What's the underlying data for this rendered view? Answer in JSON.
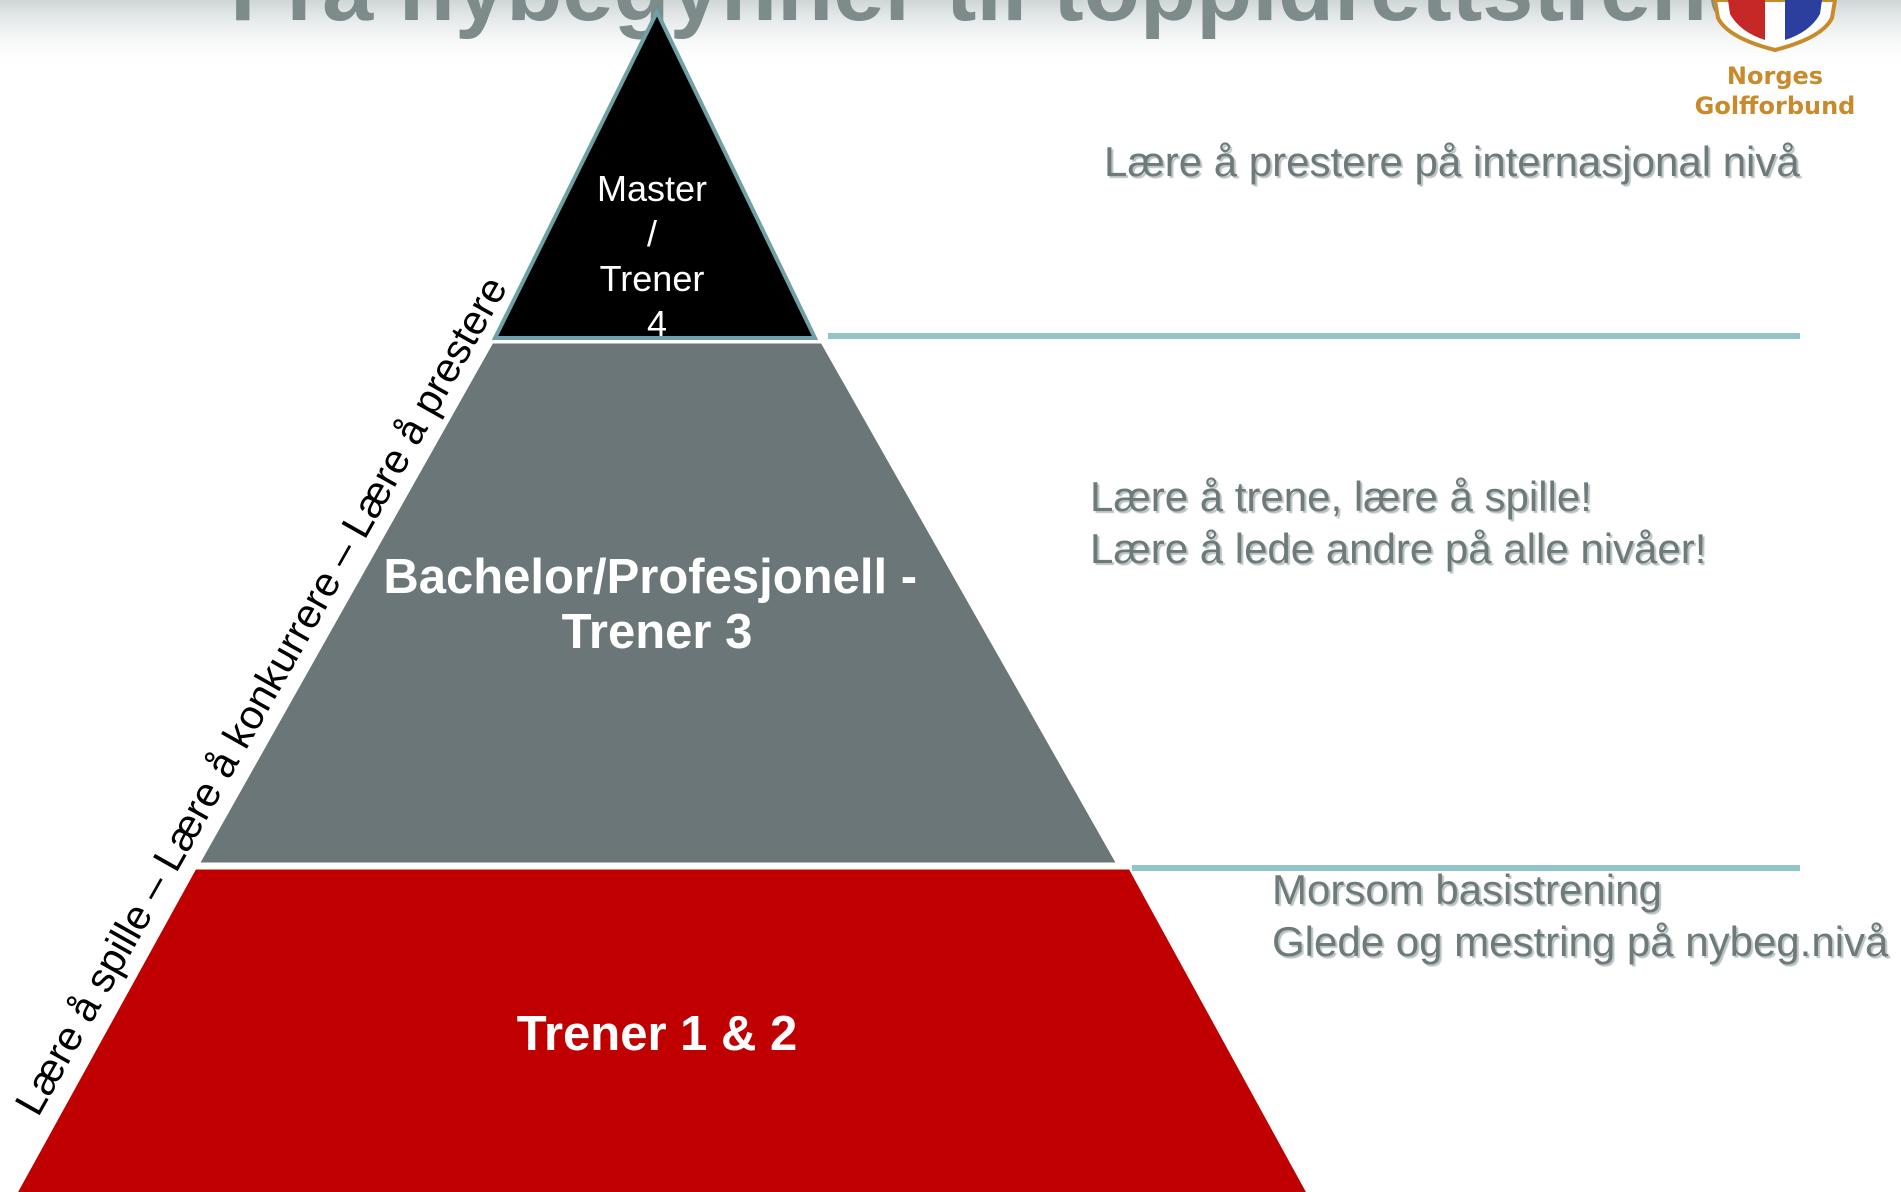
{
  "title": "Fra nybegynner til toppidrettstrener",
  "logo": {
    "line1": "Norges",
    "line2": "Golfforbund"
  },
  "diagonal_label": "Lære å spille – Lære å konkurrere – Lære å prestere",
  "tiers": {
    "top": {
      "lines": [
        "Master",
        "/",
        "Trener",
        "4"
      ],
      "color": "#000000"
    },
    "middle": {
      "lines": [
        "Bachelor/Profesjonell -",
        "Trener 3"
      ],
      "color": "#6a7677"
    },
    "bottom": {
      "lines": [
        "Trener 1 & 2"
      ],
      "color": "#c00000"
    }
  },
  "descriptions": {
    "top": [
      "Lære å prestere på internasjonal nivå"
    ],
    "middle": [
      "Lære å trene, lære å spille!",
      "Lære å lede andre på alle nivåer!"
    ],
    "bottom": [
      "Morsom basistrening",
      "Glede og mestring på nybeg.nivå"
    ]
  },
  "colors": {
    "divider": "#92c5ca",
    "outline": "#6fa0a6",
    "text_gray": "#6e7a7a"
  }
}
